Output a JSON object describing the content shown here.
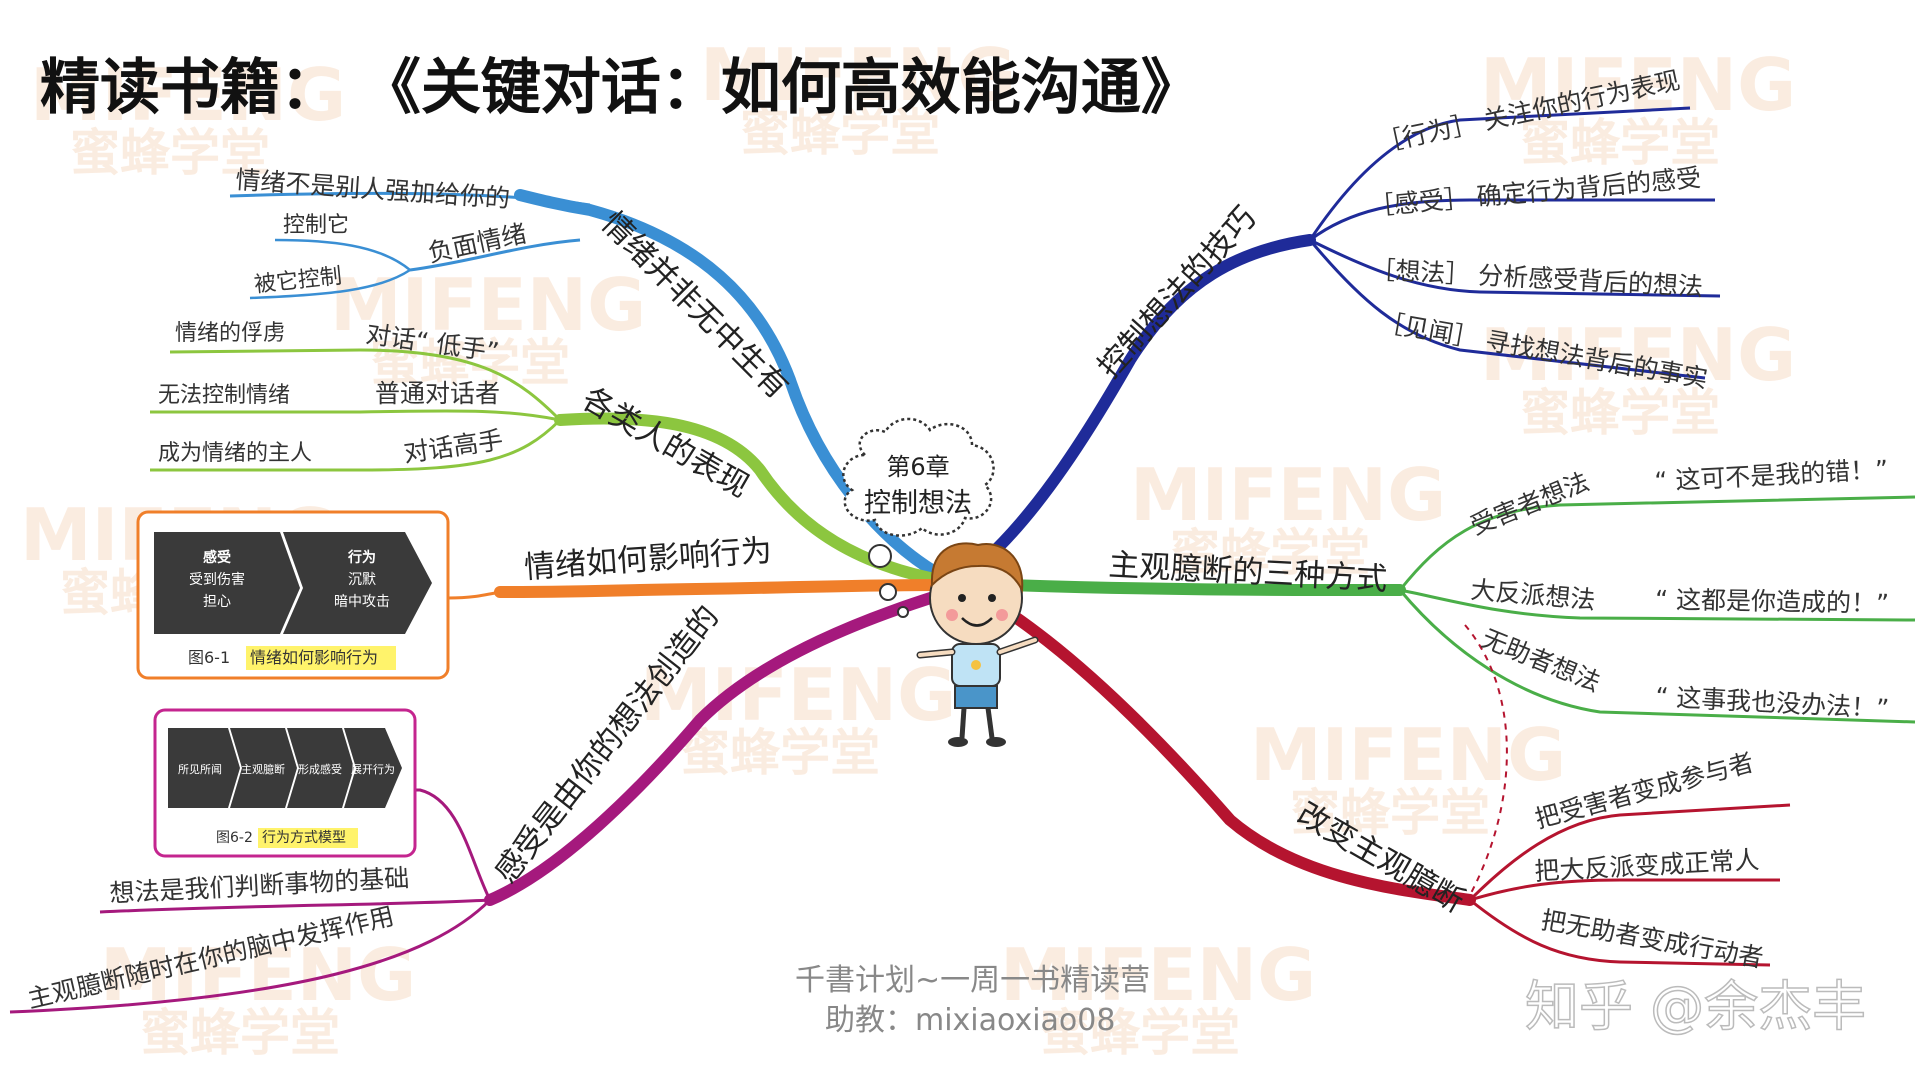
{
  "title": "精读书籍： 《关键对话：如何高效能沟通》",
  "center": {
    "line1": "第6章",
    "line2": "控制想法"
  },
  "branches": {
    "emotion_not_from_nowhere": {
      "label": "情绪并非无中生有",
      "leaf_not_forced": "情绪不是别人强加给你的",
      "negative_emotion": "负面情绪",
      "control_it": "控制它",
      "controlled_by_it": "被它控制"
    },
    "people_behaviors": {
      "label": "各类人的表现",
      "low_level": "对话“ 低手”",
      "low_level_note": "情绪的俘虏",
      "normal": "普通对话者",
      "normal_note": "无法控制情绪",
      "expert": "对话高手",
      "expert_note": "成为情绪的主人"
    },
    "emotion_affects_behavior": {
      "label": "情绪如何影响行为",
      "figure": {
        "left_title": "感受",
        "left_line1": "受到伤害",
        "left_line2": "担心",
        "right_title": "行为",
        "right_line1": "沉默",
        "right_line2": "暗中攻击",
        "caption_no": "图6-1",
        "caption_text": "情绪如何影响行为"
      }
    },
    "feelings_created_by_thoughts": {
      "label": "感受是由你的想法创造的",
      "figure": {
        "step1": "所见所闻",
        "step2": "主观臆断",
        "step3": "形成感受",
        "step4": "展开行为",
        "caption_no": "图6-2",
        "caption_text": "行为方式模型"
      },
      "leaf_basis": "想法是我们判断事物的基础",
      "leaf_always": "主观臆断随时在你的脑中发挥作用"
    },
    "control_thought_skills": {
      "label": "控制想法的技巧",
      "behavior": "［行为］ 关注你的行为表现",
      "feeling": "［感受］ 确定行为背后的感受",
      "thought": "［想法］ 分析感受背后的想法",
      "seen": "［见闻］ 寻找想法背后的事实"
    },
    "three_assumptions": {
      "label": "主观臆断的三种方式",
      "victim": "受害者想法",
      "victim_quote": "“ 这可不是我的错！”",
      "villain": "大反派想法",
      "villain_quote": "“ 这都是你造成的！”",
      "helpless": "无助者想法",
      "helpless_quote": "“ 这事我也没办法！”"
    },
    "change_assumptions": {
      "label": "改变主观臆断",
      "to_participant": "把受害者变成参与者",
      "to_normal": "把大反派变成正常人",
      "to_actor": "把无助者变成行动者"
    }
  },
  "footer": {
    "line1": "千書计划~一周一书精读营",
    "line2": "助教：mixiaoxiao08"
  },
  "watermark": {
    "latin": "MIFENG",
    "cn": "蜜蜂学堂"
  },
  "credit": "知乎 @余杰丰",
  "colors": {
    "blue_branch": "#3a8fd4",
    "green_branch": "#8cc63f",
    "orange_branch": "#f07f2a",
    "magenta_branch": "#a5197d",
    "navy_branch": "#1f2b99",
    "green2_branch": "#4aae48",
    "red_branch": "#b5142f"
  }
}
